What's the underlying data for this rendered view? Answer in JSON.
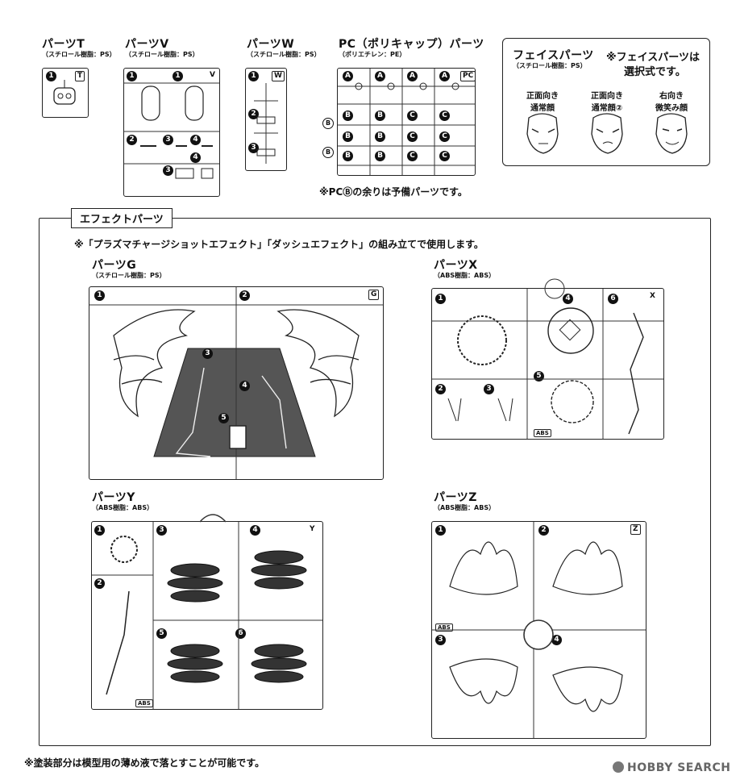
{
  "parts_top": [
    {
      "title": "パーツT",
      "material": "（スチロール樹脂：PS）",
      "letter": "T"
    },
    {
      "title": "パーツV",
      "material": "（スチロール樹脂：PS）",
      "letter": "V"
    },
    {
      "title": "パーツW",
      "material": "（スチロール樹脂：PS）",
      "letter": "W"
    },
    {
      "title": "PC（ポリキャップ）パーツ",
      "material": "（ポリエチレン：PE）",
      "letter": "PC"
    }
  ],
  "pc_note": "※PCⒷの余りは予備パーツです。",
  "face": {
    "title": "フェイスパーツ",
    "material": "（スチロール樹脂：PS）",
    "note_line1": "※フェイスパーツは",
    "note_line2": "選択式です。",
    "faces": [
      {
        "line1": "正面向き",
        "line2": "通常顔"
      },
      {
        "line1": "正面向き",
        "line2": "通常顔②"
      },
      {
        "line1": "右向き",
        "line2": "微笑み顔"
      }
    ]
  },
  "effect": {
    "header": "エフェクトパーツ",
    "note": "※「プラズマチャージショットエフェクト」「ダッシュエフェクト」の組み立てで使用します。",
    "parts": [
      {
        "title": "パーツG",
        "material": "（スチロール樹脂：PS）",
        "letter": "G"
      },
      {
        "title": "パーツX",
        "material": "（ABS樹脂：ABS）",
        "letter": "X"
      },
      {
        "title": "パーツY",
        "material": "（ABS樹脂：ABS）",
        "letter": "Y"
      },
      {
        "title": "パーツZ",
        "material": "（ABS樹脂：ABS）",
        "letter": "Z"
      }
    ],
    "abs_label": "ABS"
  },
  "footer_note": "※塗装部分は模型用の薄め液で落とすことが可能です。",
  "watermark": "HOBBY SEARCH"
}
